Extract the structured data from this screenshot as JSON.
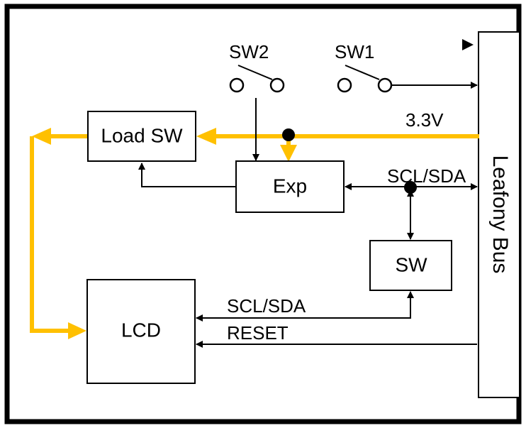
{
  "blocks": {
    "load_sw": "Load SW",
    "exp": "Exp",
    "sw": "SW",
    "lcd": "LCD",
    "bus": "Leafony Bus"
  },
  "switches": {
    "sw2": "SW2",
    "sw1": "SW1"
  },
  "signals": {
    "power": "3.3V",
    "i2c_upper": "SCL/SDA",
    "i2c_lower": "SCL/SDA",
    "reset": "RESET"
  },
  "colors": {
    "power_line": "#FFC000",
    "line": "#000000",
    "background": "#FFFFFF"
  }
}
